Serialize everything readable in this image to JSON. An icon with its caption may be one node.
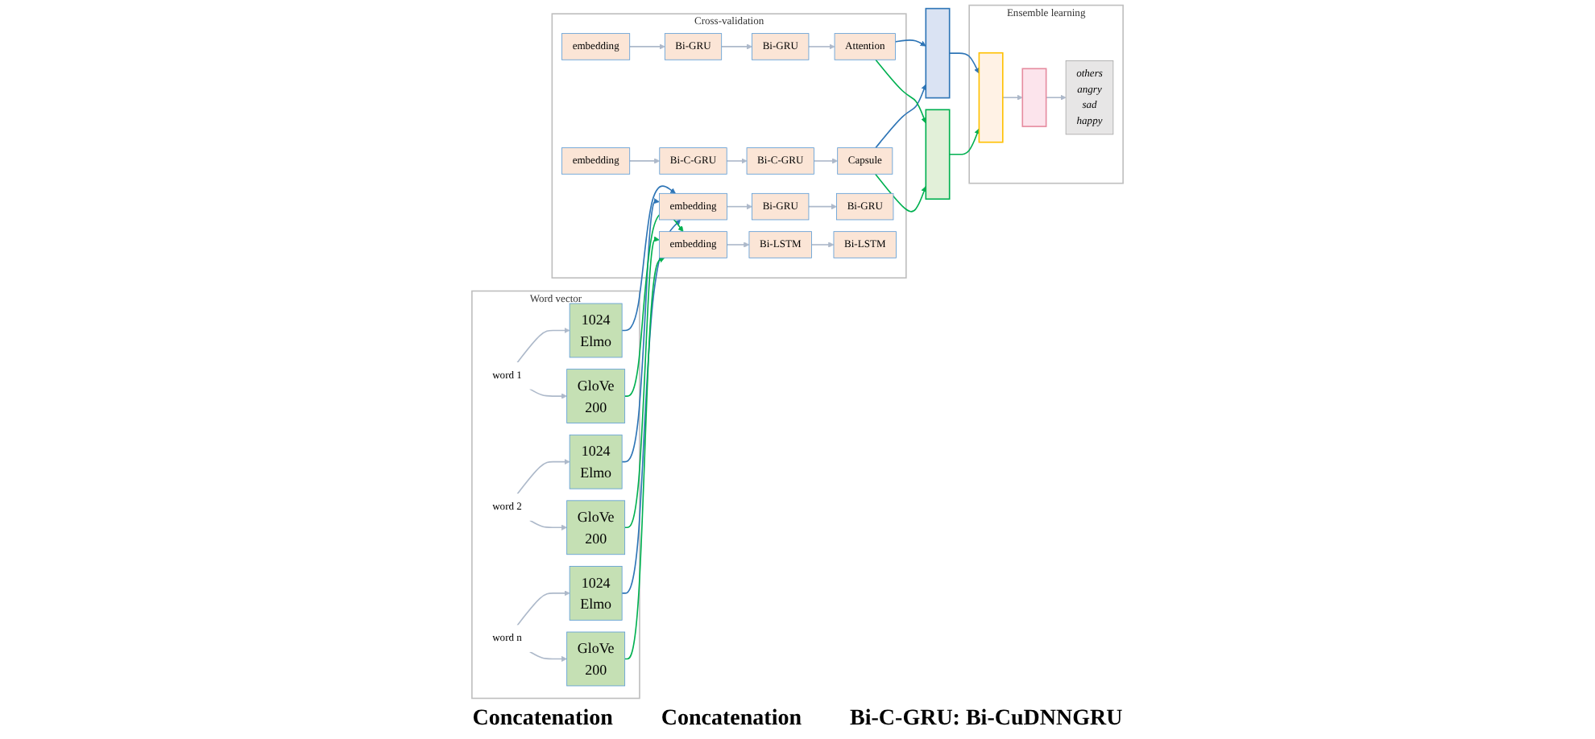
{
  "diagram": {
    "nodes": [
      {
        "text": [
          "Word vector"
        ]
      },
      {
        "text": [
          "1024",
          "Elmo"
        ],
        "in": 0
      },
      {
        "text": [
          "1024",
          "Elmo"
        ],
        "in": 0
      },
      {
        "text": [
          "1024",
          "Elmo"
        ],
        "in": 0
      },
      {
        "text": [
          "word 1"
        ],
        "in": 0
      },
      {
        "text": [
          "word 2"
        ],
        "in": 0
      },
      {
        "text": [
          "word n"
        ],
        "in": 0
      },
      {
        "text": [
          "GloVe",
          "200"
        ],
        "in": 0
      },
      {
        "text": [
          "GloVe",
          "200"
        ],
        "in": 0
      },
      {
        "text": [
          "GloVe",
          "200"
        ],
        "in": 0
      },
      {
        "text": [
          "Cross-validation"
        ]
      },
      {
        "text": [
          "embedding"
        ],
        "in": 10
      },
      {
        "text": [
          "Bi-GRU"
        ],
        "in": 10
      },
      {
        "text": [
          "Bi-GRU"
        ],
        "in": 10
      },
      {
        "text": [
          "Attention"
        ],
        "in": 10
      },
      {
        "text": [
          "embedding"
        ],
        "in": 10
      },
      {
        "text": [
          "Bi-GRU"
        ],
        "in": 10
      },
      {
        "text": [
          "Bi-GRU"
        ],
        "in": 10
      },
      {
        "text": [
          "embedding"
        ],
        "in": 10
      },
      {
        "text": [
          "Bi-LSTM"
        ],
        "in": 10
      },
      {
        "text": [
          "Bi-LSTM"
        ],
        "in": 10
      },
      {
        "text": [
          "embedding"
        ],
        "in": 10
      },
      {
        "text": [
          "Bi-C-GRU"
        ],
        "in": 10
      },
      {
        "text": [
          "Bi-C-GRU"
        ],
        "in": 10
      },
      {
        "text": [
          "Capsule"
        ],
        "in": 10
      },
      {
        "text": [],
        "shape": "bar"
      },
      {
        "text": [],
        "shape": "bar"
      },
      {
        "text": [
          "Ensemble learning"
        ]
      },
      {
        "text": [],
        "shape": "bar",
        "in": 27
      },
      {
        "text": [],
        "shape": "box",
        "in": 27
      },
      {
        "text": [
          "others",
          "angry",
          "sad",
          "happy"
        ],
        "in": 27
      }
    ],
    "edges": [
      {
        "from": 4,
        "to": 1,
        "arrow": "to"
      },
      {
        "from": 4,
        "to": 7,
        "arrow": "to"
      },
      {
        "from": 5,
        "to": 2,
        "arrow": "to"
      },
      {
        "from": 5,
        "to": 8,
        "arrow": "to"
      },
      {
        "from": 6,
        "to": 3,
        "arrow": "to"
      },
      {
        "from": 6,
        "to": 9,
        "arrow": "to"
      },
      {
        "from": 1,
        "to": 15,
        "arrow": "to",
        "color": "#2e75b6"
      },
      {
        "from": 2,
        "to": 15,
        "arrow": "to",
        "color": "#2e75b6"
      },
      {
        "from": 3,
        "to": 15,
        "arrow": "to",
        "color": "#2e75b6"
      },
      {
        "from": 7,
        "to": 18,
        "arrow": "to",
        "color": "#00b050"
      },
      {
        "from": 8,
        "to": 18,
        "arrow": "to",
        "color": "#00b050"
      },
      {
        "from": 9,
        "to": 18,
        "arrow": "to",
        "color": "#00b050"
      },
      {
        "from": 11,
        "to": 12,
        "arrow": "to"
      },
      {
        "from": 12,
        "to": 13,
        "arrow": "to"
      },
      {
        "from": 13,
        "to": 14,
        "arrow": "to"
      },
      {
        "from": 15,
        "to": 16,
        "arrow": "to"
      },
      {
        "from": 16,
        "to": 17,
        "arrow": "to"
      },
      {
        "from": 18,
        "to": 19,
        "arrow": "to"
      },
      {
        "from": 19,
        "to": 20,
        "arrow": "to"
      },
      {
        "from": 21,
        "to": 22,
        "arrow": "to"
      },
      {
        "from": 22,
        "to": 23,
        "arrow": "to"
      },
      {
        "from": 23,
        "to": 24,
        "arrow": "to"
      },
      {
        "from": 14,
        "to": 25,
        "arrow": "to",
        "color": "#2e75b6"
      },
      {
        "from": 24,
        "to": 25,
        "arrow": "to",
        "color": "#2e75b6"
      },
      {
        "from": 14,
        "to": 26,
        "arrow": "to",
        "color": "#00b050"
      },
      {
        "from": 24,
        "to": 26,
        "arrow": "to",
        "color": "#00b050"
      },
      {
        "from": 25,
        "to": 28,
        "arrow": "to",
        "color": "#2e75b6"
      },
      {
        "from": 26,
        "to": 28,
        "arrow": "to",
        "color": "#00b050"
      },
      {
        "from": 28,
        "to": 29,
        "arrow": "to"
      },
      {
        "from": 29,
        "to": 30,
        "arrow": "to"
      }
    ],
    "labels": [
      "Concatenation",
      "Concatenation",
      "Bi-C-GRU: Bi-CuDNNGRU"
    ]
  }
}
